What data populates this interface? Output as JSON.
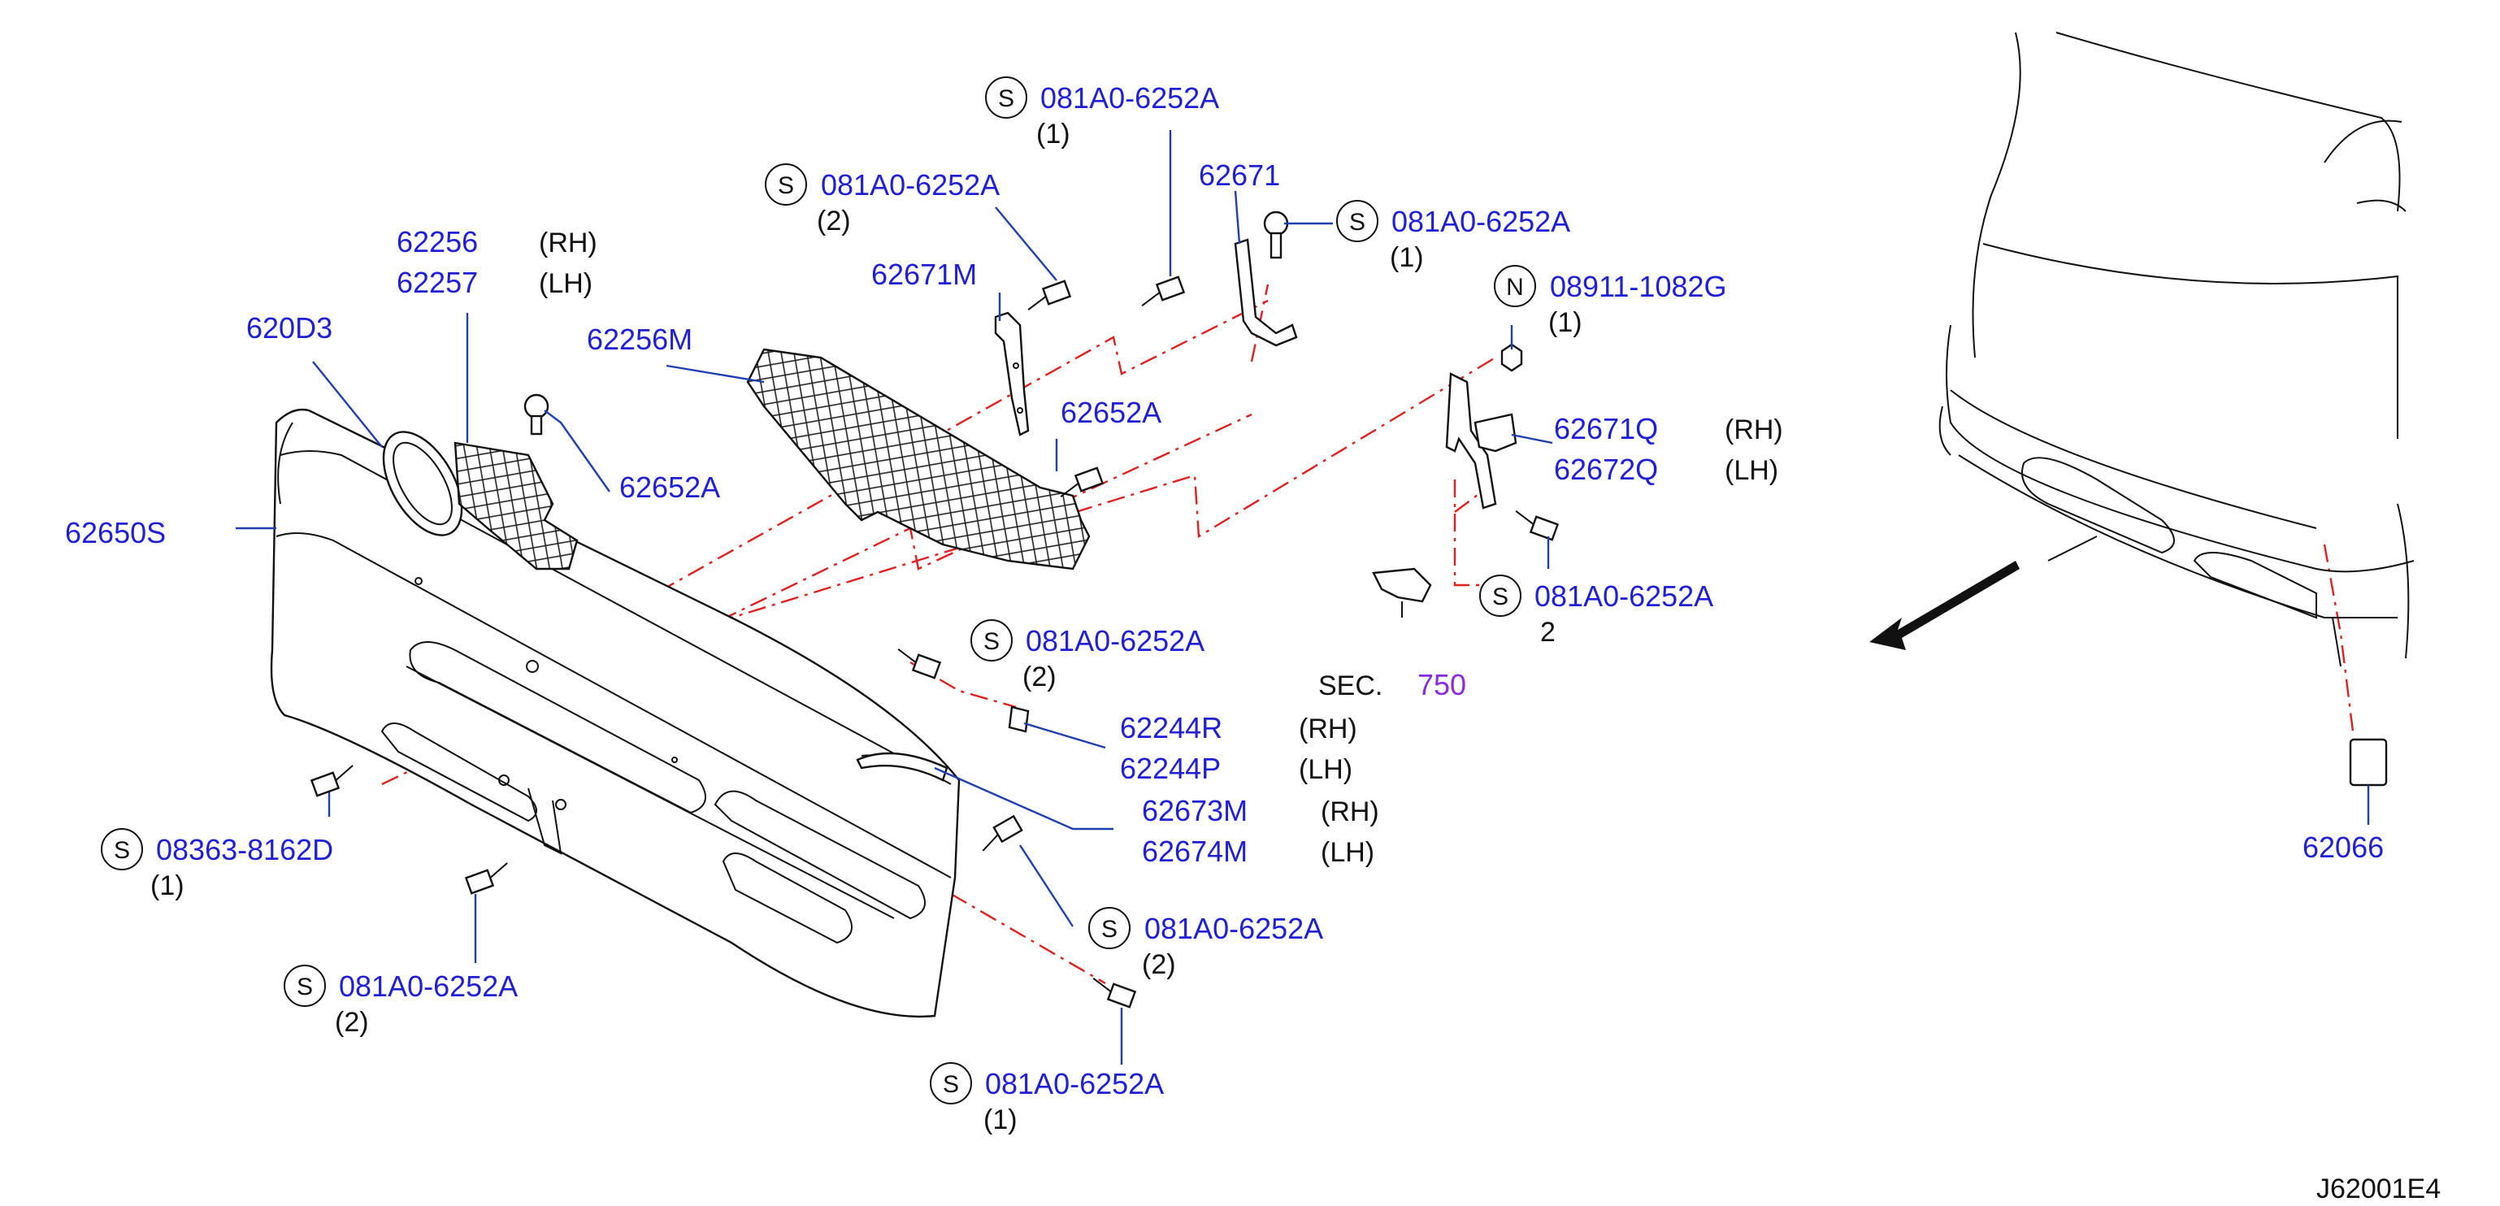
{
  "diagram_code": "J62001E4",
  "section_ref": {
    "prefix": "SEC.",
    "number": "750"
  },
  "callouts": [
    {
      "key": "c1",
      "symbol": "S",
      "part": "081A0-6252A",
      "qty": "(1)"
    },
    {
      "key": "c2",
      "symbol": "S",
      "part": "081A0-6252A",
      "qty": "(2)"
    },
    {
      "key": "c3",
      "symbol": "S",
      "part": "081A0-6252A",
      "qty": "(1)"
    },
    {
      "key": "c4",
      "symbol": "N",
      "part": "08911-1082G",
      "qty": "(1)"
    },
    {
      "key": "c5",
      "symbol": "S",
      "part": "081A0-6252A",
      "qty": "2"
    },
    {
      "key": "c6",
      "symbol": "S",
      "part": "081A0-6252A",
      "qty": "(2)"
    },
    {
      "key": "c7",
      "symbol": "S",
      "part": "08363-8162D",
      "qty": "(1)"
    },
    {
      "key": "c8",
      "symbol": "S",
      "part": "081A0-6252A",
      "qty": "(2)"
    },
    {
      "key": "c9",
      "symbol": "S",
      "part": "081A0-6252A",
      "qty": "(2)"
    },
    {
      "key": "c10",
      "symbol": "S",
      "part": "081A0-6252A",
      "qty": "(1)"
    }
  ],
  "labels": {
    "p62671": "62671",
    "p62671M": "62671M",
    "p62256": "62256",
    "p62256_side": "(RH)",
    "p62257": "62257",
    "p62257_side": "(LH)",
    "p620D3": "620D3",
    "p62256M": "62256M",
    "p62652A_top": "62652A",
    "p62652A_left": "62652A",
    "p62650S": "62650S",
    "p62671Q": "62671Q",
    "p62671Q_side": "(RH)",
    "p62672Q": "62672Q",
    "p62672Q_side": "(LH)",
    "p62244R": "62244R",
    "p62244R_side": "(RH)",
    "p62244P": "62244P",
    "p62244P_side": "(LH)",
    "p62673M": "62673M",
    "p62673M_side": "(RH)",
    "p62674M": "62674M",
    "p62674M_side": "(LH)",
    "p62066": "62066"
  }
}
